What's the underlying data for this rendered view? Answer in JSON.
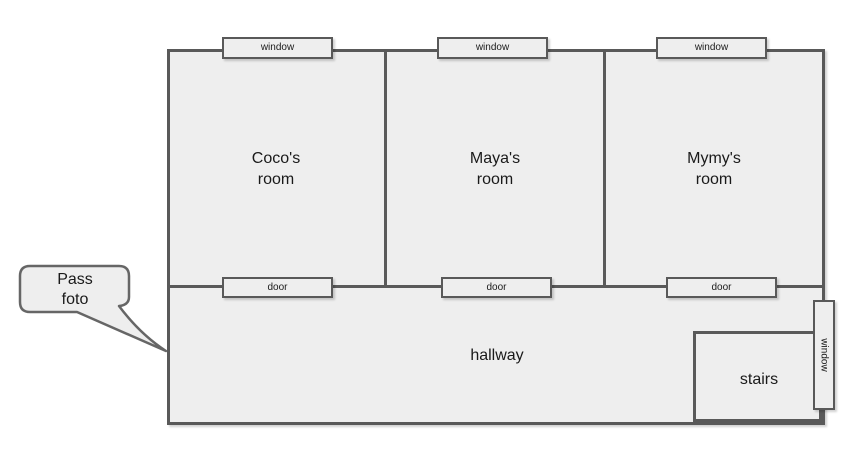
{
  "colors": {
    "shape_fill": "#eeeeee",
    "wall_stroke": "#595959",
    "callout_stroke": "#666666",
    "label_text": "#1a1a1a"
  },
  "plan": {
    "rooms": [
      {
        "id": "cocos-room",
        "line1": "Coco's",
        "line2": "room"
      },
      {
        "id": "mayas-room",
        "line1": "Maya's",
        "line2": "room"
      },
      {
        "id": "mymys-room",
        "line1": "Mymy's",
        "line2": "room"
      }
    ],
    "hallway": {
      "label": "hallway"
    },
    "stairs": {
      "label": "stairs"
    },
    "windows": [
      {
        "label": "window",
        "position": "top-coco"
      },
      {
        "label": "window",
        "position": "top-maya"
      },
      {
        "label": "window",
        "position": "top-mymy"
      },
      {
        "label": "window",
        "position": "right-side-vertical"
      }
    ],
    "doors": [
      {
        "label": "door",
        "position": "coco-to-hallway"
      },
      {
        "label": "door",
        "position": "maya-to-hallway"
      },
      {
        "label": "door",
        "position": "mymy-to-hallway"
      }
    ]
  },
  "callout": {
    "line1": "Pass",
    "line2": "foto"
  }
}
